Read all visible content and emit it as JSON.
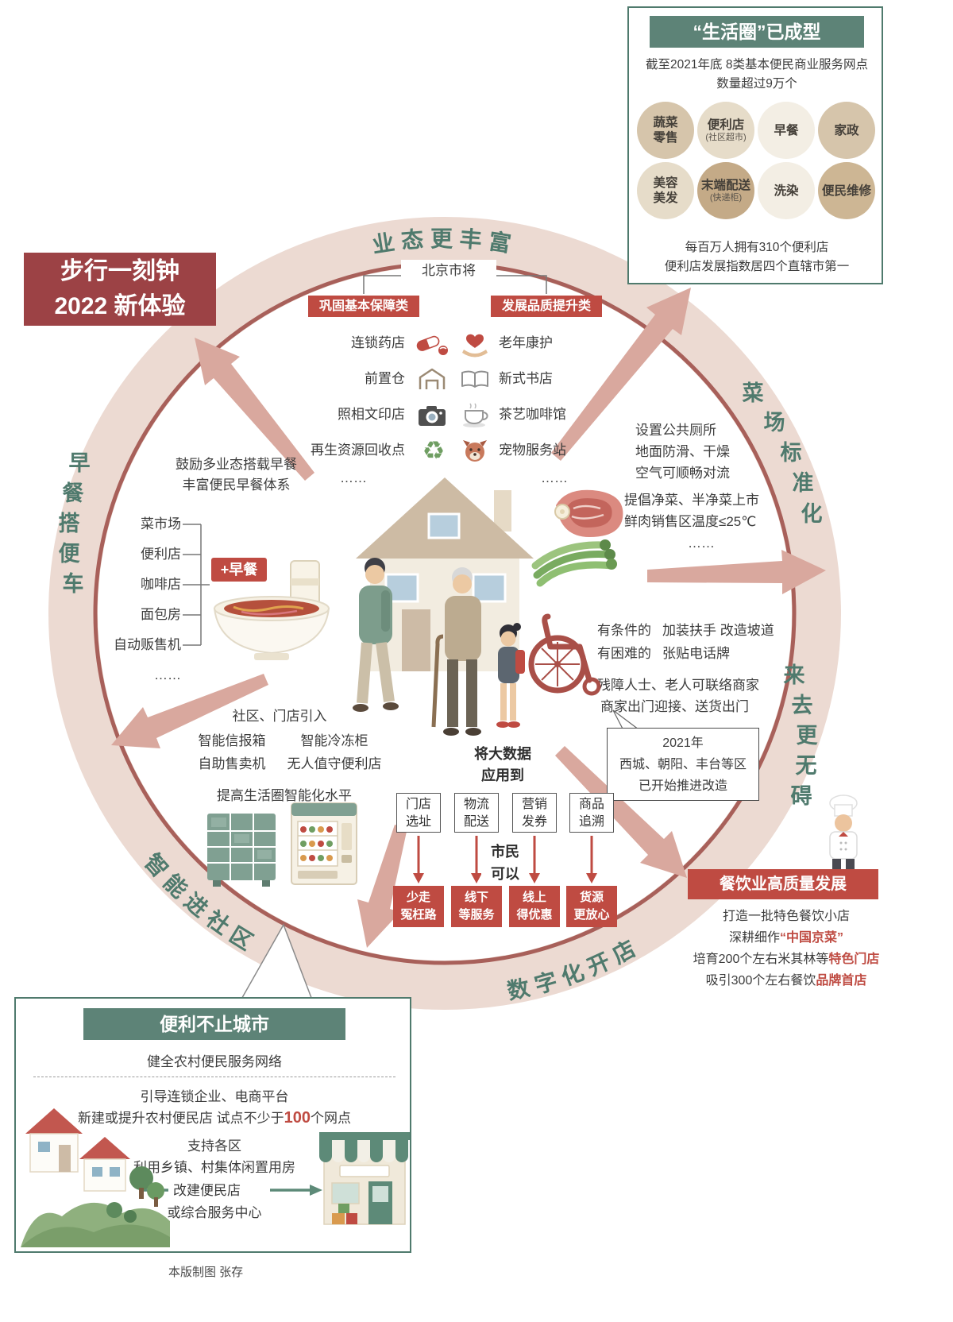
{
  "colors": {
    "accent_green": "#4f7a6d",
    "header_green": "#5d8377",
    "accent_red": "#bf4b42",
    "title_red": "#9c4245",
    "ring_fill": "#ecdad2",
    "ring_stroke": "#a8605a",
    "arrow_pink": "#d9a89e"
  },
  "title_box": {
    "line1": "步行一刻钟",
    "line2": "2022 新体验"
  },
  "life_circle": {
    "header": "“生活圈”已成型",
    "intro1": "截至2021年底 8类基本便民商业服务网点",
    "intro2": "数量超过9万个",
    "circles": [
      {
        "label": "蔬菜",
        "label2": "零售",
        "color": "#d6c5ab"
      },
      {
        "label": "便利店",
        "sub": "(社区超市)",
        "color": "#e6dcc9"
      },
      {
        "label": "早餐",
        "color": "#f3eee4"
      },
      {
        "label": "家政",
        "color": "#d6c5ab"
      },
      {
        "label": "美容",
        "label2": "美发",
        "color": "#e6dcc9"
      },
      {
        "label": "末端配送",
        "sub": "(快递柜)",
        "color": "#c4aa87"
      },
      {
        "label": "洗染",
        "color": "#f3eee4"
      },
      {
        "label": "便民维修",
        "color": "#cdb694"
      }
    ],
    "foot1": "每百万人拥有310个便利店",
    "foot2": "便利店发展指数居四个直辖市第一"
  },
  "ring_labels": {
    "top": "业态更丰富",
    "right_top": "菜场标准化",
    "right_bottom": "来去更无碍",
    "bottom_right": "数字化开店",
    "bottom_left": "智能进社区",
    "left": "早餐搭便车"
  },
  "beijing": {
    "lead": "北京市将",
    "cat_left": "巩固基本保障类",
    "cat_right": "发展品质提升类",
    "rows": [
      {
        "left": "连锁药店",
        "right": "老年康护"
      },
      {
        "left": "前置仓",
        "right": "新式书店"
      },
      {
        "left": "照相文印店",
        "right": "茶艺咖啡馆"
      },
      {
        "left": "再生资源回收点",
        "right": "宠物服务站"
      }
    ],
    "dots": "……"
  },
  "breakfast": {
    "intro1": "鼓励多业态搭载早餐",
    "intro2": "丰富便民早餐体系",
    "items": [
      "菜市场",
      "便利店",
      "咖啡店",
      "面包房",
      "自动贩售机",
      "……"
    ],
    "plus_label": "+早餐"
  },
  "market": {
    "group1": [
      "设置公共厕所",
      "地面防滑、干燥",
      "空气可顺畅对流"
    ],
    "group2": [
      "提倡净菜、半净菜上市",
      "鲜肉销售区温度≤25℃",
      "……"
    ]
  },
  "accessible": {
    "line1_label": "有条件的",
    "line1_text": "加装扶手 改造坡道",
    "line2_label": "有困难的",
    "line2_text": "张贴电话牌",
    "line3": "残障人士、老人可联络商家",
    "line4": "商家出门迎接、送货出门",
    "box_line1": "2021年",
    "box_line2": "西城、朝阳、丰台等区",
    "box_line3": "已开始推进改造"
  },
  "smart": {
    "title": "社区、门店引入",
    "items": [
      "智能信报箱",
      "智能冷冻柜",
      "自助售卖机",
      "无人值守便利店"
    ],
    "footer": "提高生活圈智能化水平"
  },
  "bigdata": {
    "lead1": "将大数据",
    "lead2": "应用到",
    "apps": [
      [
        "门店",
        "选址"
      ],
      [
        "物流",
        "配送"
      ],
      [
        "营销",
        "发券"
      ],
      [
        "商品",
        "追溯"
      ]
    ],
    "mid1": "市民",
    "mid2": "可以",
    "benefits": [
      [
        "少走",
        "冤枉路"
      ],
      [
        "线下",
        "等服务"
      ],
      [
        "线上",
        "得优惠"
      ],
      [
        "货源",
        "更放心"
      ]
    ]
  },
  "catering": {
    "header": "餐饮业高质量发展",
    "line1": "打造一批特色餐饮小店",
    "line2_pre": "深耕细作",
    "line2_em": "“中国京菜”",
    "line3_pre": "培育200个左右米其林等",
    "line3_em": "特色门店",
    "line4_pre": "吸引300个左右餐饮",
    "line4_em": "品牌首店"
  },
  "rural": {
    "header": "便利不止城市",
    "line1": "健全农村便民服务网络",
    "line2": "引导连锁企业、电商平台",
    "line3_pre": "新建或提升农村便民店 试点不少于",
    "line3_num": "100",
    "line3_post": "个网点",
    "line4": "支持各区",
    "line5": "利用乡镇、村集体闲置用房",
    "line6": "改建便民店",
    "line7": "或综合服务中心"
  },
  "icons": {
    "recycle_glyph": "♻"
  },
  "credit": "本版制图 张存"
}
